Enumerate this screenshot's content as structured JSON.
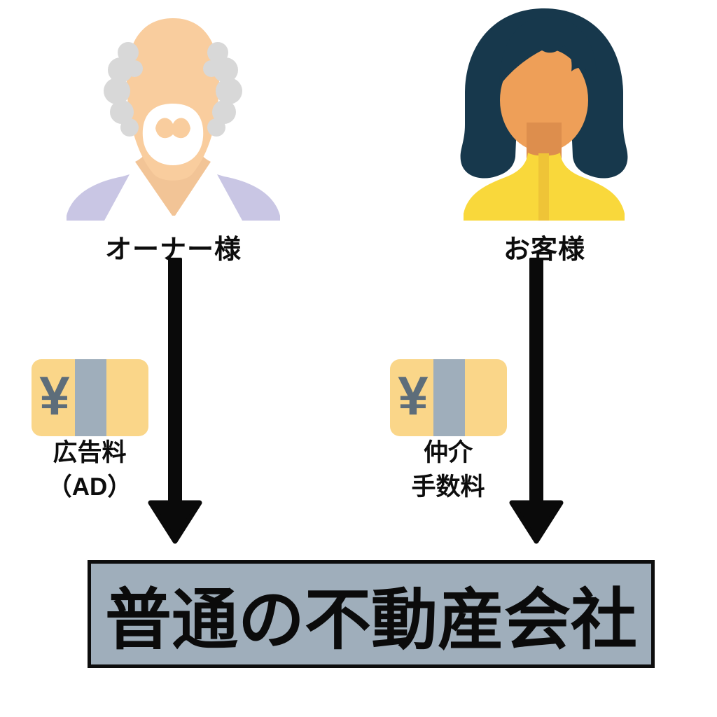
{
  "diagram": {
    "owner": {
      "label": "オーナー様",
      "fee_line1": "広告料",
      "fee_line2": "（AD）"
    },
    "customer": {
      "label": "お客様",
      "fee_line1": "仲介",
      "fee_line2": "手数料"
    },
    "company": {
      "label": "普通の不動産会社"
    },
    "money_icon": {
      "currency_symbol": "¥"
    },
    "colors": {
      "banknote_yellow": "#FAD689",
      "banknote_band_gray": "#9FAEBB",
      "yen_symbol_gray": "#5D6D7A",
      "company_box_fill": "#9FAEBB",
      "company_box_border": "#0d0d0d",
      "arrow_black": "#0a0a0a",
      "owner_skin": "#F9CD9E",
      "owner_chest_skin": "#F2C496",
      "owner_hair_gray": "#D8D8D8",
      "owner_shirt_lavender": "#C9C6E4",
      "customer_hair_navy": "#17384C",
      "customer_skin": "#EE9F58",
      "customer_neck_shadow": "#DD8E4D",
      "customer_top_yellow": "#F9D83B",
      "customer_top_stripe": "#EFC437",
      "text_black": "#0d0d0d"
    }
  }
}
